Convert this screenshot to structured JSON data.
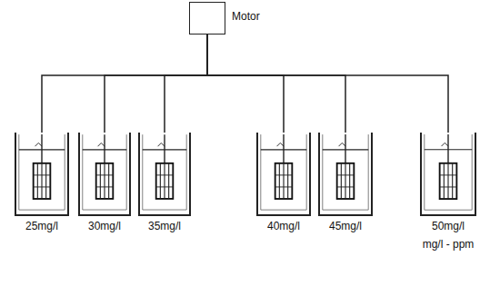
{
  "diagram": {
    "nodes": [
      {
        "text": [
          "Motor"
        ]
      },
      {
        "text": [
          "25mg/l"
        ]
      },
      {
        "text": [
          "30mg/l"
        ]
      },
      {
        "text": [
          "35mg/l"
        ]
      },
      {
        "text": [
          "40mg/l"
        ]
      },
      {
        "text": [
          "45mg/l"
        ]
      },
      {
        "text": [
          "50mg/l"
        ]
      }
    ],
    "edges": [
      {
        "from": 0,
        "to": 1,
        "arrow": "none"
      },
      {
        "from": 0,
        "to": 2,
        "arrow": "none"
      },
      {
        "from": 0,
        "to": 3,
        "arrow": "none"
      },
      {
        "from": 0,
        "to": 4,
        "arrow": "none"
      },
      {
        "from": 0,
        "to": 5,
        "arrow": "none"
      },
      {
        "from": 0,
        "to": 6,
        "arrow": "none"
      }
    ],
    "labels": [
      "mg/l - ppm"
    ]
  }
}
